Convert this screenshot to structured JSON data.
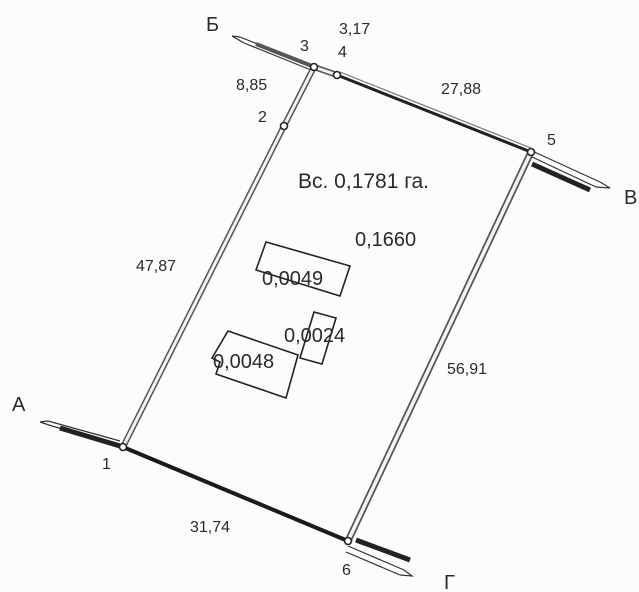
{
  "plot": {
    "total_area": "Вс. 0,1781 га.",
    "area_main": "0,1660"
  },
  "buildings": [
    {
      "area": "0,0049"
    },
    {
      "area": "0,0024"
    },
    {
      "area": "0,0048"
    }
  ],
  "segments": [
    {
      "length": "8,85"
    },
    {
      "length": "3,17"
    },
    {
      "length": "27,88"
    },
    {
      "length": "47,87"
    },
    {
      "length": "56,91"
    },
    {
      "length": "31,74"
    }
  ],
  "points": [
    "1",
    "2",
    "3",
    "4",
    "5",
    "6"
  ],
  "neighbors": {
    "a": "А",
    "b": "Б",
    "v": "В",
    "g": "Г"
  }
}
